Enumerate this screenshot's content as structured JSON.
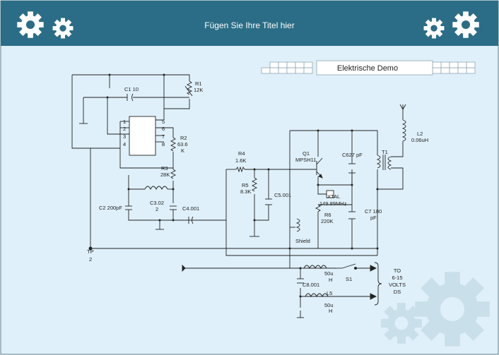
{
  "header": {
    "title": "Fügen Sie Ihre Titel hier",
    "bar_color": "#2b6d86",
    "page_color": "#dff0fa",
    "gear_color": "#ffffff",
    "watermark_color": "#c9dfe9"
  },
  "banner": {
    "title": "Elektrische Demo"
  },
  "labels": {
    "c1": "C1 10",
    "r1": [
      "R1",
      "12K"
    ],
    "r2": [
      "R2",
      "63.6",
      "K"
    ],
    "r3": [
      "R3",
      "28K"
    ],
    "c2": "C2 200pF",
    "c3": [
      "C3.02",
      "2"
    ],
    "c4": "C4.001",
    "tp": [
      "TP",
      "2"
    ],
    "r4": [
      "R4",
      "1.6K"
    ],
    "r5": [
      "R5",
      "8.3K"
    ],
    "c5": "C5.001",
    "q1": [
      "Q1",
      "MPSH11"
    ],
    "c6": "C627 pF",
    "t1": "T1",
    "l2": [
      "L2",
      "0.06uH"
    ],
    "xtal": [
      "XTAL",
      "149.89MHz"
    ],
    "r6": [
      "R6",
      "220K"
    ],
    "c7": [
      "C7 180",
      "pF"
    ],
    "shield": "Shield",
    "l_top": [
      "50u",
      "H"
    ],
    "s1": "S1",
    "c8": "C8.001",
    "l5": [
      "L5",
      "50u",
      "H"
    ],
    "to": [
      "TO",
      "6-15",
      "VOLTS",
      "DS"
    ],
    "ic_pins_left": [
      "1",
      "2",
      "3",
      "4"
    ],
    "ic_pins_right": [
      "5",
      "6",
      "7",
      "8"
    ]
  }
}
